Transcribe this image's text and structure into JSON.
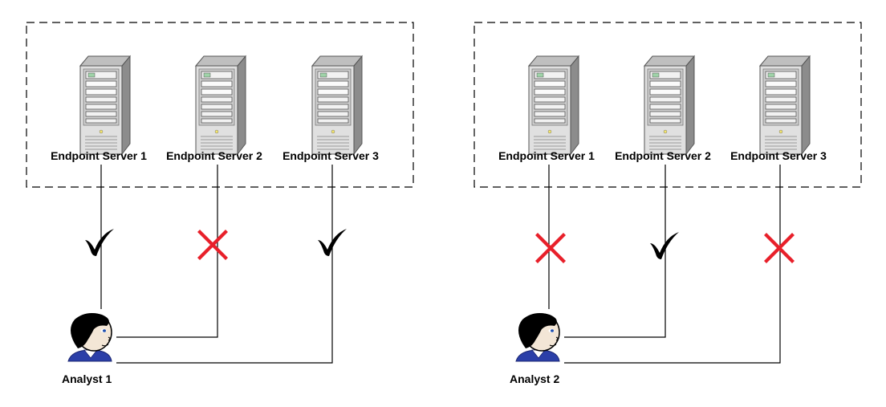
{
  "groups": [
    {
      "analyst": "Analyst 1",
      "servers": [
        {
          "label": "Endpoint Server 1",
          "access": "allowed"
        },
        {
          "label": "Endpoint Server 2",
          "access": "denied"
        },
        {
          "label": "Endpoint Server 3",
          "access": "allowed"
        }
      ]
    },
    {
      "analyst": "Analyst 2",
      "servers": [
        {
          "label": "Endpoint Server 1",
          "access": "denied"
        },
        {
          "label": "Endpoint Server 2",
          "access": "allowed"
        },
        {
          "label": "Endpoint Server 3",
          "access": "denied"
        }
      ]
    }
  ],
  "colors": {
    "deny": "#e8202a",
    "allow": "#000000",
    "shirt": "#2b3fa8",
    "skin": "#f3e6d6",
    "hair": "#000000",
    "server_body": "#d9d9d9",
    "server_side": "#a6a6a6"
  },
  "icons": {
    "server": "server-tower-icon",
    "allowed": "checkmark-icon",
    "denied": "red-x-icon",
    "analyst": "person-avatar-icon"
  }
}
